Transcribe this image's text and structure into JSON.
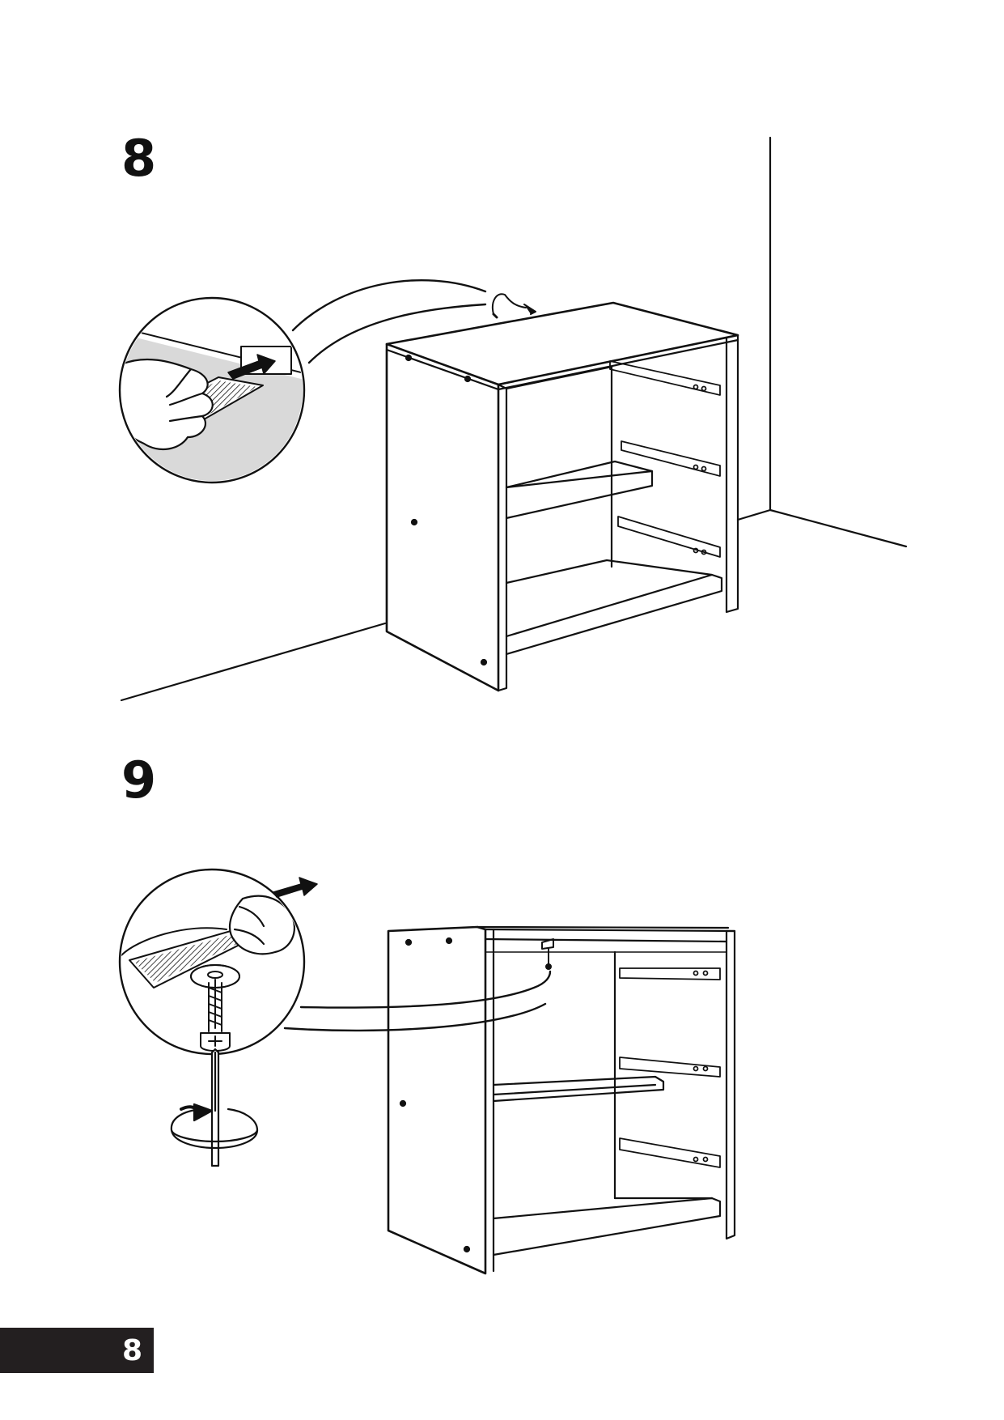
{
  "steps": [
    {
      "number": "8"
    },
    {
      "number": "9"
    }
  ],
  "footer": {
    "page_number": "8"
  },
  "colors": {
    "ink": "#111111",
    "panel_gray": "#d9d9d9",
    "footer_bg": "#231f20",
    "footer_text": "#ffffff"
  },
  "icons": [
    "pointing-hand-icon",
    "arrow-icon",
    "screwdriver-icon",
    "rotate-clockwise-icon",
    "screw-icon",
    "washer-icon",
    "drawer-rail-icon"
  ]
}
